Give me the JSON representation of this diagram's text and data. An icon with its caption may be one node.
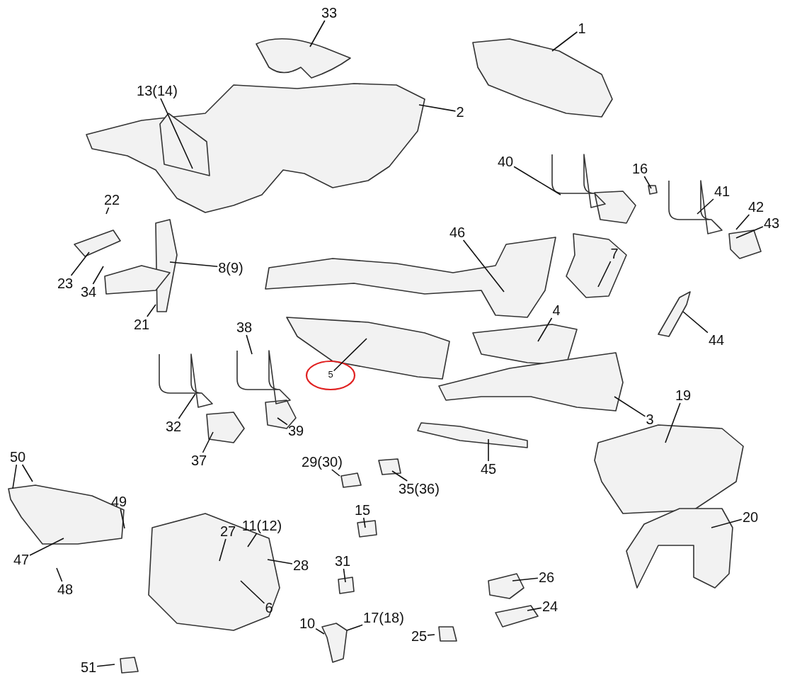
{
  "diagram": {
    "nodes": [
      {
        "text": [
          "33"
        ]
      },
      {
        "text": [
          "1"
        ]
      },
      {
        "text": [
          "13(14)"
        ]
      },
      {
        "text": [
          "2"
        ]
      },
      {
        "text": [
          "40"
        ]
      },
      {
        "text": [
          "16"
        ]
      },
      {
        "text": [
          "41"
        ]
      },
      {
        "text": [
          "22"
        ]
      },
      {
        "text": [
          "42"
        ]
      },
      {
        "text": [
          "43"
        ]
      },
      {
        "text": [
          "46"
        ]
      },
      {
        "text": [
          "7"
        ]
      },
      {
        "text": [
          "8(9)"
        ]
      },
      {
        "text": [
          "23"
        ]
      },
      {
        "text": [
          "34"
        ]
      },
      {
        "text": [
          "21"
        ]
      },
      {
        "text": [
          "4"
        ]
      },
      {
        "text": [
          "38"
        ]
      },
      {
        "text": [
          "44"
        ]
      },
      {
        "text": [
          "5"
        ]
      },
      {
        "text": [
          "32"
        ]
      },
      {
        "text": [
          "39"
        ]
      },
      {
        "text": [
          "3"
        ]
      },
      {
        "text": [
          "19"
        ]
      },
      {
        "text": [
          "37"
        ]
      },
      {
        "text": [
          "29(30)"
        ]
      },
      {
        "text": [
          "45"
        ]
      },
      {
        "text": [
          "35(36)"
        ]
      },
      {
        "text": [
          "50"
        ]
      },
      {
        "text": [
          "49"
        ]
      },
      {
        "text": [
          "15"
        ]
      },
      {
        "text": [
          "11(12)"
        ]
      },
      {
        "text": [
          "27"
        ]
      },
      {
        "text": [
          "20"
        ]
      },
      {
        "text": [
          "47"
        ]
      },
      {
        "text": [
          "28"
        ]
      },
      {
        "text": [
          "31"
        ]
      },
      {
        "text": [
          "26"
        ]
      },
      {
        "text": [
          "48"
        ]
      },
      {
        "text": [
          "6"
        ]
      },
      {
        "text": [
          "24"
        ]
      },
      {
        "text": [
          "17(18)"
        ]
      },
      {
        "text": [
          "10"
        ]
      },
      {
        "text": [
          "25"
        ]
      },
      {
        "text": [
          "51"
        ]
      }
    ],
    "edges": [
      {
        "from": 0,
        "to": null,
        "arrow": "none"
      },
      {
        "from": 1,
        "to": null,
        "arrow": "none"
      },
      {
        "from": 2,
        "to": null,
        "arrow": "none"
      },
      {
        "from": 3,
        "to": null,
        "arrow": "none"
      },
      {
        "from": 4,
        "to": null,
        "arrow": "none"
      },
      {
        "from": 5,
        "to": null,
        "arrow": "none"
      },
      {
        "from": 6,
        "to": null,
        "arrow": "none"
      },
      {
        "from": 7,
        "to": null,
        "arrow": "none"
      },
      {
        "from": 8,
        "to": null,
        "arrow": "none"
      },
      {
        "from": 9,
        "to": null,
        "arrow": "none"
      },
      {
        "from": 10,
        "to": null,
        "arrow": "none"
      },
      {
        "from": 11,
        "to": null,
        "arrow": "none"
      },
      {
        "from": 12,
        "to": null,
        "arrow": "none"
      },
      {
        "from": 13,
        "to": null,
        "arrow": "none"
      },
      {
        "from": 14,
        "to": null,
        "arrow": "none"
      },
      {
        "from": 15,
        "to": null,
        "arrow": "none"
      },
      {
        "from": 16,
        "to": null,
        "arrow": "none"
      },
      {
        "from": 17,
        "to": null,
        "arrow": "none"
      },
      {
        "from": 18,
        "to": null,
        "arrow": "none"
      },
      {
        "from": 19,
        "to": null,
        "arrow": "none"
      },
      {
        "from": 20,
        "to": null,
        "arrow": "none"
      },
      {
        "from": 21,
        "to": null,
        "arrow": "none"
      },
      {
        "from": 22,
        "to": null,
        "arrow": "none"
      },
      {
        "from": 23,
        "to": null,
        "arrow": "none"
      },
      {
        "from": 24,
        "to": null,
        "arrow": "none"
      },
      {
        "from": 25,
        "to": null,
        "arrow": "none"
      },
      {
        "from": 26,
        "to": null,
        "arrow": "none"
      },
      {
        "from": 27,
        "to": null,
        "arrow": "none"
      },
      {
        "from": 28,
        "to": null,
        "arrow": "none"
      },
      {
        "from": 28,
        "to": null,
        "arrow": "none"
      },
      {
        "from": 29,
        "to": null,
        "arrow": "none"
      },
      {
        "from": 30,
        "to": null,
        "arrow": "none"
      },
      {
        "from": 31,
        "to": null,
        "arrow": "none"
      },
      {
        "from": 32,
        "to": null,
        "arrow": "none"
      },
      {
        "from": 33,
        "to": null,
        "arrow": "none"
      },
      {
        "from": 34,
        "to": null,
        "arrow": "none"
      },
      {
        "from": 35,
        "to": null,
        "arrow": "none"
      },
      {
        "from": 36,
        "to": null,
        "arrow": "none"
      },
      {
        "from": 37,
        "to": null,
        "arrow": "none"
      },
      {
        "from": 38,
        "to": null,
        "arrow": "none"
      },
      {
        "from": 39,
        "to": null,
        "arrow": "none"
      },
      {
        "from": 40,
        "to": null,
        "arrow": "none"
      },
      {
        "from": 41,
        "to": null,
        "arrow": "none"
      },
      {
        "from": 42,
        "to": null,
        "arrow": "none"
      },
      {
        "from": 43,
        "to": null,
        "arrow": "none"
      },
      {
        "from": 44,
        "to": null,
        "arrow": "none"
      }
    ]
  }
}
